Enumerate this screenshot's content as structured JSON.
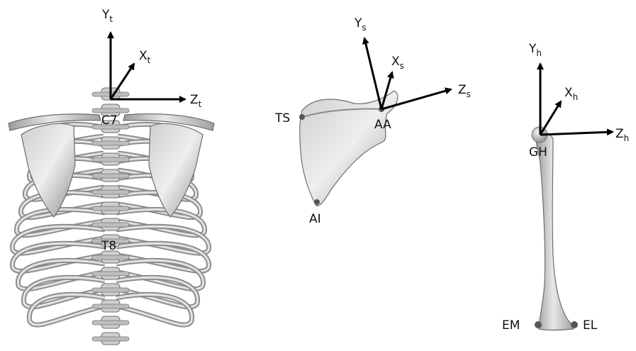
{
  "thorax": {
    "axes": {
      "y": {
        "base": "Y",
        "sub": "t"
      },
      "x": {
        "base": "X",
        "sub": "t"
      },
      "z": {
        "base": "Z",
        "sub": "t"
      }
    },
    "landmarks": {
      "c7": "C7",
      "t8": "T8"
    }
  },
  "scapula": {
    "axes": {
      "y": {
        "base": "Y",
        "sub": "s"
      },
      "x": {
        "base": "X",
        "sub": "s"
      },
      "z": {
        "base": "Z",
        "sub": "s"
      }
    },
    "landmarks": {
      "ts": "TS",
      "aa": "AA",
      "ai": "AI"
    }
  },
  "humerus": {
    "axes": {
      "y": {
        "base": "Y",
        "sub": "h"
      },
      "x": {
        "base": "X",
        "sub": "h"
      },
      "z": {
        "base": "Z",
        "sub": "h"
      }
    },
    "landmarks": {
      "gh": "GH",
      "em": "EM",
      "el": "EL"
    }
  },
  "colors": {
    "bone_light": "#e6e6e6",
    "bone_mid": "#bdbdbd",
    "bone_dark": "#8a8a8a",
    "axis": "#000000",
    "landmark": "#555555"
  }
}
